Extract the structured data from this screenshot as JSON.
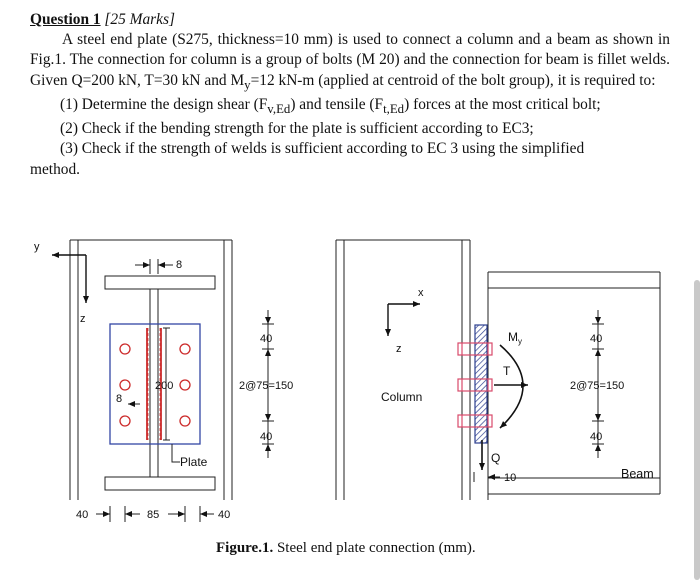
{
  "question": {
    "title": "Question 1",
    "marks": "[25 Marks]",
    "intro_pre": "A steel end plate (S275, thickness=10 mm) is used to connect a column and a beam as shown in Fig.1. The connection for column is a group of bolts (M 20) and the connection for beam is fillet welds. Given Q=200 kN, T=30 kN and M",
    "intro_my_sub": "y",
    "intro_post": "=12 kN-m (applied at centroid of the bolt group), it is required to:",
    "item1_pre": "(1) Determine the design shear (F",
    "item1_sub1": "v,Ed",
    "item1_mid": ") and tensile (F",
    "item1_sub2": "t,Ed",
    "item1_post": ") forces at the most critical bolt;",
    "item2": "(2) Check if the bending strength for the plate is sufficient according to EC3;",
    "item3": "(3) Check if the strength of welds is sufficient according to EC 3 using the simplified",
    "item3_cont": "method."
  },
  "figure": {
    "caption_bold": "Figure.1.",
    "caption_rest": " Steel end plate connection (mm).",
    "left": {
      "axis_y": "y",
      "axis_z": "z",
      "dim_8_top": "8",
      "dim_200": "200",
      "dim_8_side": "8",
      "label_plate": "Plate",
      "dim_40_top": "40",
      "dim_spacing": "2@75=150",
      "dim_40_bottom": "40",
      "dim_bottom_40a": "40",
      "dim_bottom_85": "85",
      "dim_bottom_40b": "40"
    },
    "right": {
      "axis_x": "x",
      "axis_z": "z",
      "label_column": "Column",
      "label_my": "M",
      "label_my_sub": "y",
      "label_t": "T",
      "label_q": "Q",
      "dim_10": "10",
      "dim_40_top": "40",
      "dim_spacing": "2@75=150",
      "dim_40_bottom": "40",
      "label_beam": "Beam"
    }
  }
}
